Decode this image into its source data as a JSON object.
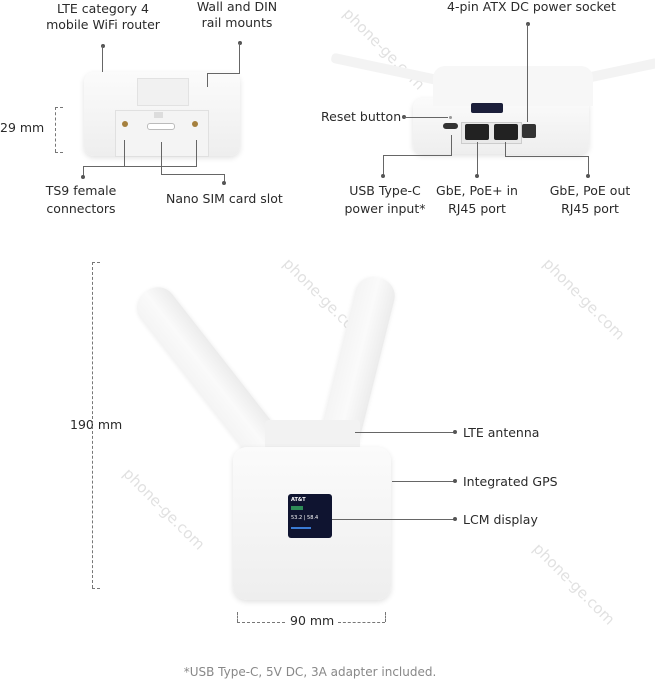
{
  "labels": {
    "lte_router": [
      "LTE category 4",
      "mobile WiFi router"
    ],
    "mounts": [
      "Wall and DIN",
      "rail mounts"
    ],
    "height_small": "29 mm",
    "ts9": [
      "TS9 female",
      "connectors"
    ],
    "sim": "Nano SIM card slot",
    "atx": "4-pin ATX DC power socket",
    "reset": "Reset button",
    "usbc": [
      "USB Type-C",
      "power input*"
    ],
    "poe_in": [
      "GbE, PoE+ in",
      "RJ45 port"
    ],
    "poe_out": [
      "GbE, PoE out",
      "RJ45 port"
    ],
    "height_big": "190 mm",
    "width_big": "90 mm",
    "lte_antenna": "LTE antenna",
    "gps": "Integrated GPS",
    "lcm": "LCM display"
  },
  "screen": {
    "carrier": "AT&T",
    "speed_down": "53.2",
    "speed_up": "58.4"
  },
  "footnote": "*USB Type-C, 5V DC, 3A adapter included.",
  "watermark": "phone-ge.com"
}
